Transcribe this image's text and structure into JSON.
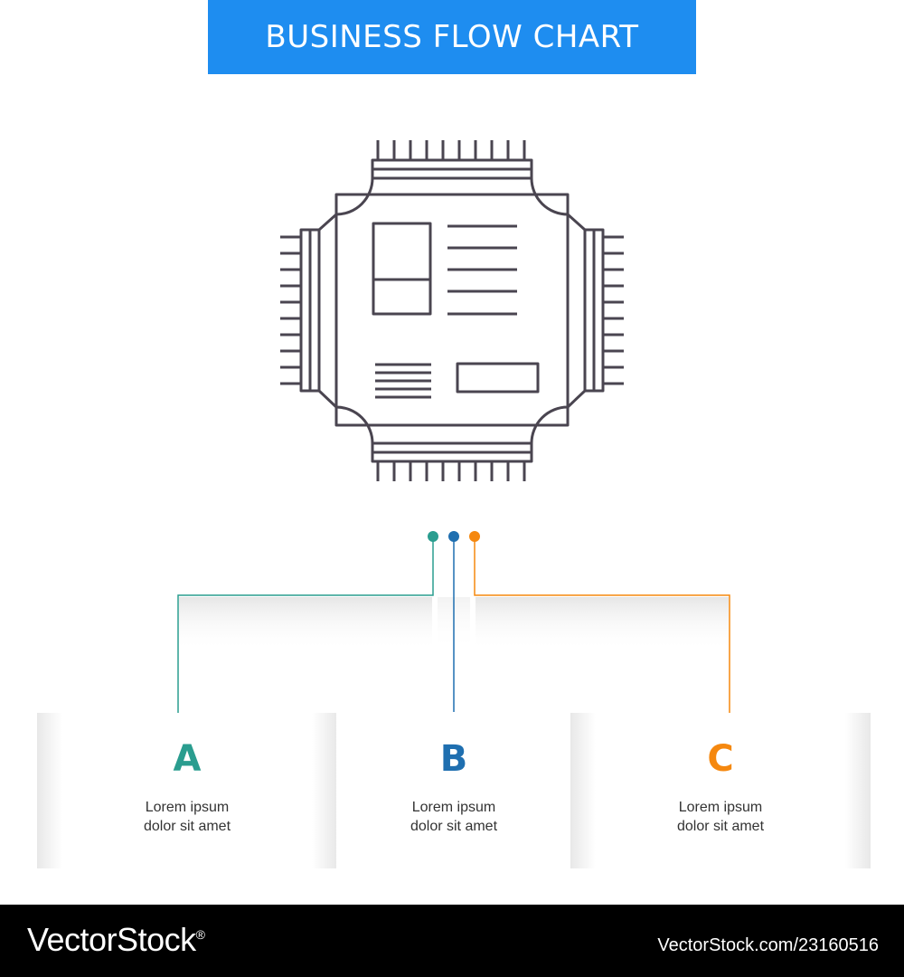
{
  "header": {
    "title": "BUSINESS FLOW CHART"
  },
  "colors": {
    "banner": "#1e8df0",
    "a": "#2a9d8f",
    "b": "#1f6fb0",
    "c": "#f5880f",
    "icon_stroke": "#4a4550"
  },
  "icon": {
    "name": "cpu-chip-icon"
  },
  "steps": [
    {
      "letter": "A",
      "line1": "Lorem ipsum",
      "line2": "dolor sit amet"
    },
    {
      "letter": "B",
      "line1": "Lorem ipsum",
      "line2": "dolor sit amet"
    },
    {
      "letter": "C",
      "line1": "Lorem ipsum",
      "line2": "dolor sit amet"
    }
  ],
  "footer": {
    "logo": "VectorStock",
    "registered": "®",
    "image_id": "VectorStock.com/23160516"
  }
}
